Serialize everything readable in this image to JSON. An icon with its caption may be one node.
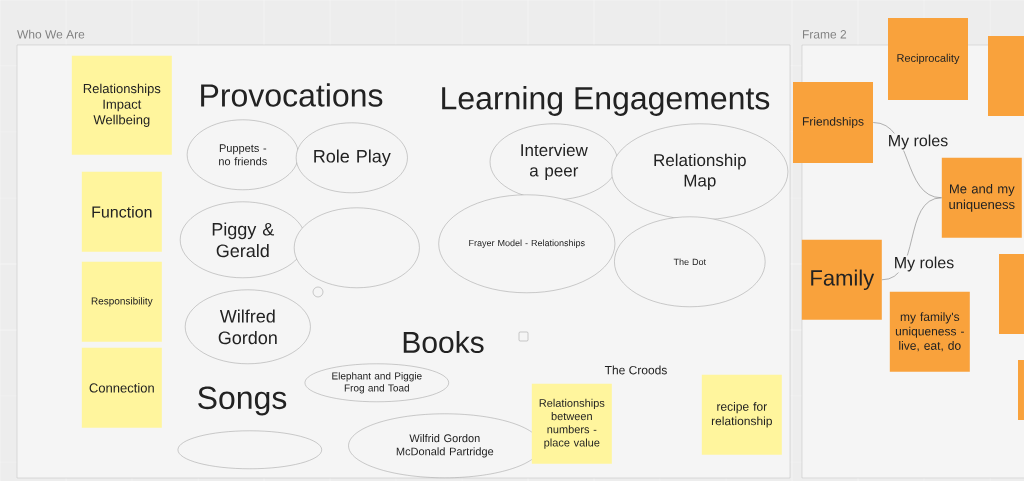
{
  "diagram": {
    "nodes": [
      {
        "text": [
          "Who We Are"
        ]
      },
      {
        "text": [
          "Relationships Impact Wellbeing"
        ],
        "in": 0
      },
      {
        "text": [
          "Function"
        ],
        "in": 0
      },
      {
        "text": [
          "Responsibility"
        ],
        "in": 0
      },
      {
        "text": [
          "Connection"
        ],
        "in": 0
      },
      {
        "text": [
          "Puppets - no friends"
        ],
        "in": 0
      },
      {
        "text": [
          "Role Play"
        ],
        "in": 0
      },
      {
        "text": [
          "Piggy & Gerald"
        ],
        "in": 0
      },
      {
        "text": [],
        "shape": "ellipse",
        "in": 0
      },
      {
        "text": [
          "Wilfred Gordon"
        ],
        "in": 0
      },
      {
        "text": [
          "Interview a peer"
        ],
        "in": 0
      },
      {
        "text": [
          "Relationship Map"
        ],
        "in": 0
      },
      {
        "text": [
          "Frayer Model - Relationships"
        ],
        "in": 0
      },
      {
        "text": [
          "The Dot"
        ],
        "in": 0
      },
      {
        "text": [
          "Elephant and Piggie",
          "Frog and Toad"
        ],
        "in": 0
      },
      {
        "text": [],
        "shape": "ellipse",
        "in": 0
      },
      {
        "text": [
          "Wilfrid Gordon McDonald Partridge"
        ],
        "in": 0
      },
      {
        "text": [
          "Relationships between numbers - place value"
        ],
        "in": 0
      },
      {
        "text": [
          "recipe for relationship"
        ],
        "in": 0
      },
      {
        "text": [
          "Frame 2"
        ]
      },
      {
        "text": [
          "Reciprocality"
        ]
      },
      {
        "text": [],
        "shape": "box"
      },
      {
        "text": [
          "Friendships"
        ]
      },
      {
        "text": [
          "Me and my uniqueness"
        ],
        "in": 19
      },
      {
        "text": [
          "Family"
        ],
        "in": 19
      },
      {
        "text": [
          "my family's uniqueness - live, eat, do"
        ],
        "in": 19
      },
      {
        "text": [],
        "shape": "box"
      },
      {
        "text": [],
        "shape": "box"
      }
    ],
    "edges": [
      {
        "from": 22,
        "to": 23,
        "arrow": "none",
        "label": "My roles"
      },
      {
        "from": 24,
        "to": 23,
        "arrow": "none",
        "label": "My roles"
      }
    ],
    "labels": [
      "Provocations",
      "Learning Engagements",
      "Books",
      "Songs",
      "The Croods"
    ]
  }
}
